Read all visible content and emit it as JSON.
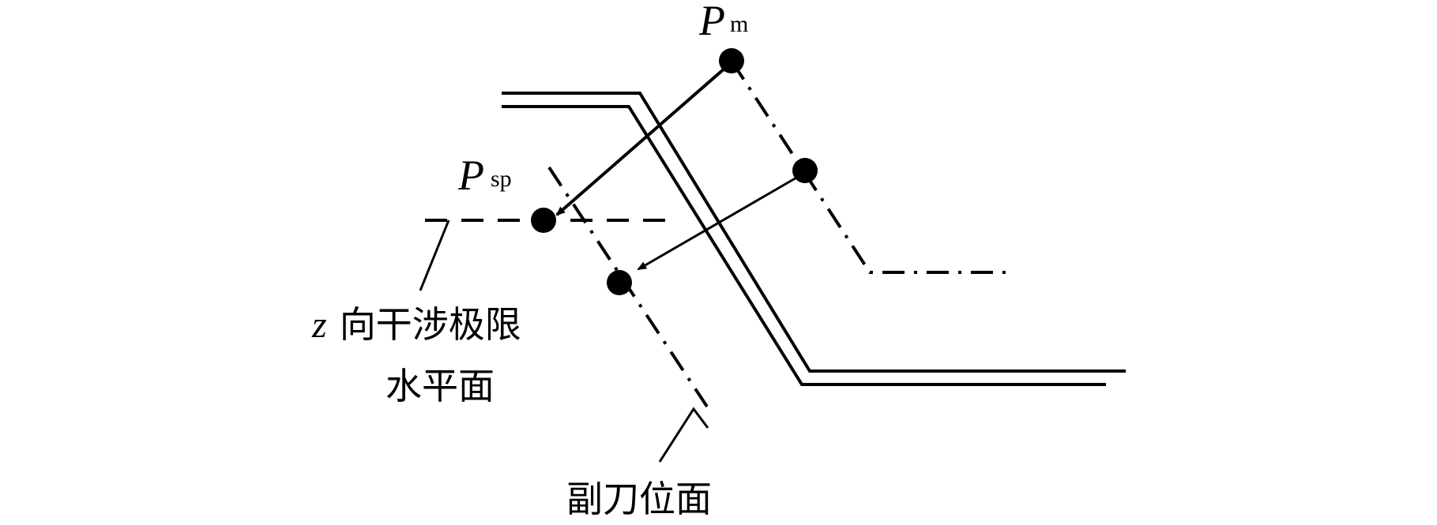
{
  "labels": {
    "pm_main": "P",
    "pm_sub": "m",
    "psp_main": "P",
    "psp_sub": "sp",
    "z_var": "z",
    "z_plane_line1": "向干涉极限",
    "z_plane_line2": "水平面",
    "secondary_plane": "副刀位面"
  },
  "colors": {
    "stroke": "#000000",
    "background": "#ffffff"
  }
}
